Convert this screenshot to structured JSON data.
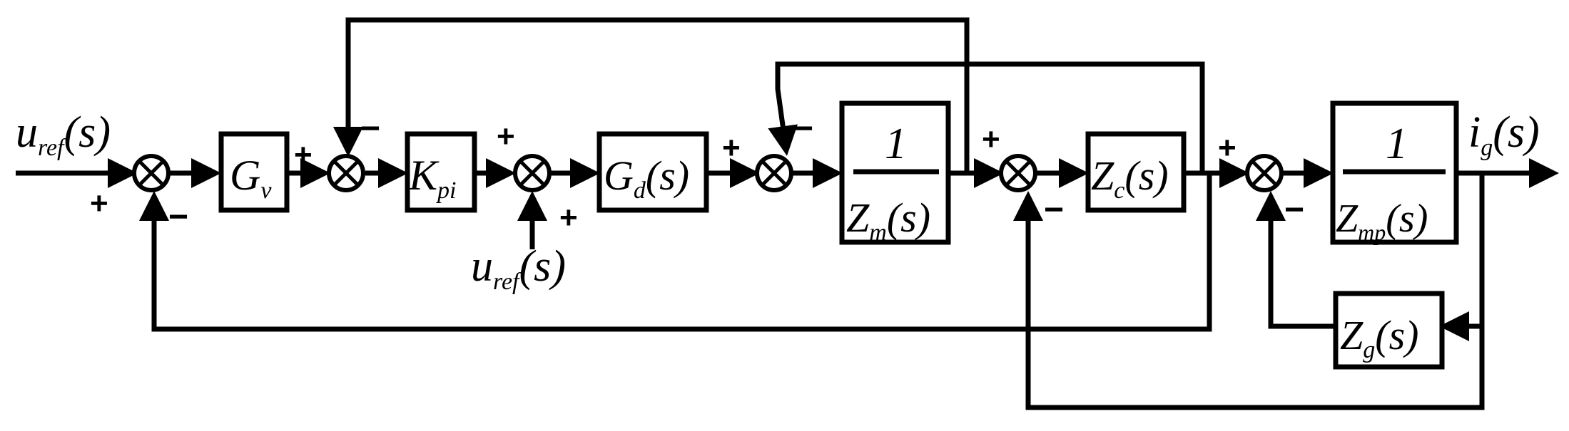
{
  "signs": {
    "plus": "+",
    "minus": "−"
  },
  "symbols": {
    "u": "u",
    "ref": "ref",
    "i": "i",
    "g": "g",
    "s": "s",
    "lpar": "(",
    "rpar": ")",
    "one": "1"
  },
  "blocks": {
    "gv": {
      "base": "G",
      "sub": "v"
    },
    "kpi": {
      "base": "K",
      "sub": "pi"
    },
    "gd": {
      "base": "G",
      "sub": "d",
      "arg": "s"
    },
    "zm": {
      "num": "1",
      "base": "Z",
      "sub": "m",
      "arg": "s"
    },
    "zc": {
      "base": "Z",
      "sub": "c",
      "arg": "s"
    },
    "zmp": {
      "num": "1",
      "base": "Z",
      "sub": "mp",
      "arg": "s"
    },
    "zg": {
      "base": "Z",
      "sub": "g",
      "arg": "s"
    }
  }
}
